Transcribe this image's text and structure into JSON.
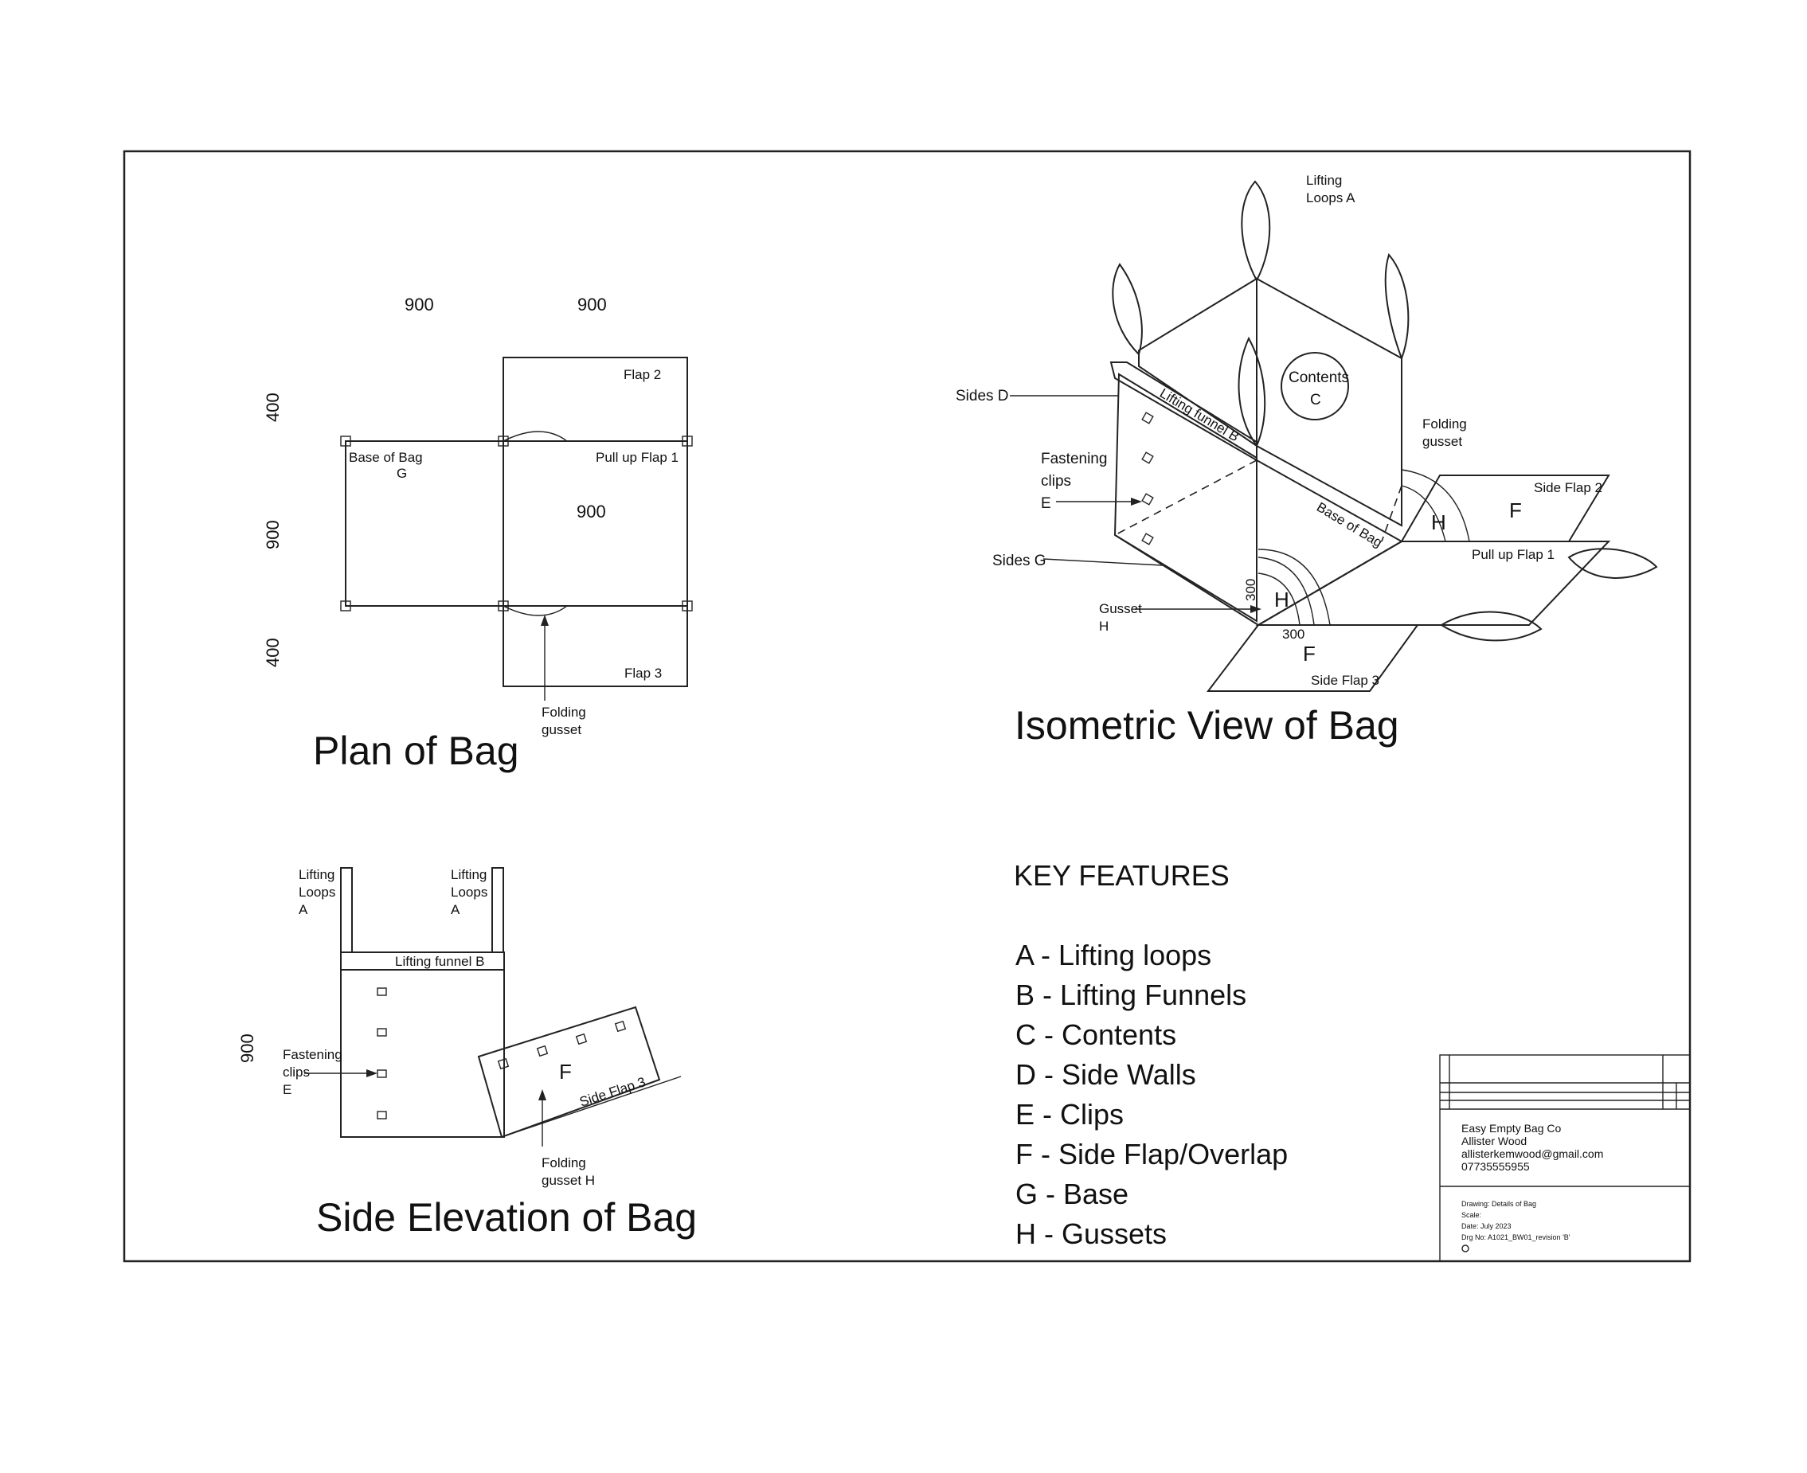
{
  "plan": {
    "title": "Plan of Bag",
    "dim_top_left": "900",
    "dim_top_right": "900",
    "dim_left_top": "400",
    "dim_left_mid": "900",
    "dim_left_bottom": "400",
    "flap2": "Flap 2",
    "base_label": "Base of Bag",
    "base_letter": "G",
    "pull_up_flap": "Pull up Flap 1",
    "center_dim": "900",
    "flap3": "Flap 3",
    "folding_gusset_line1": "Folding",
    "folding_gusset_line2": "gusset"
  },
  "isometric": {
    "title": "Isometric View of Bag",
    "lifting_loops_line1": "Lifting",
    "lifting_loops_line2": "Loops A",
    "sides_d": "Sides D",
    "fastening_line1": "Fastening",
    "fastening_line2": "clips",
    "fastening_line3": "E",
    "sides_g": "Sides G",
    "gusset_line1": "Gusset",
    "gusset_line2": "H",
    "contents_line1": "Contents",
    "contents_line2": "C",
    "folding_line1": "Folding",
    "folding_line2": "gusset",
    "lifting_funnel": "Lifting funnel B",
    "base_of_bag": "Base of Bag",
    "side_flap2": "Side Flap 2",
    "letter_f_right": "F",
    "letter_h_right": "H",
    "pull_up_flap": "Pull up Flap 1",
    "dim_300_v": "300",
    "dim_300_h": "300",
    "letter_h_front": "H",
    "letter_f_front": "F",
    "side_flap3": "Side Flap 3"
  },
  "elevation": {
    "title": "Side Elevation of Bag",
    "loop_left_line1": "Lifting",
    "loop_left_line2": "Loops",
    "loop_left_line3": "A",
    "loop_right_line1": "Lifting",
    "loop_right_line2": "Loops",
    "loop_right_line3": "A",
    "lifting_funnel": "Lifting funnel B",
    "dim_height": "900",
    "fastening_line1": "Fastening",
    "fastening_line2": "clips",
    "fastening_line3": "E",
    "letter_f": "F",
    "side_flap3": "Side Flap 3",
    "folding_line1": "Folding",
    "folding_line2": "gusset H"
  },
  "key_features": {
    "heading": "KEY FEATURES",
    "items": [
      "A - Lifting loops",
      "B - Lifting Funnels",
      "C - Contents",
      "D - Side Walls",
      "E - Clips",
      "F - Side Flap/Overlap",
      "G - Base",
      "H - Gussets"
    ]
  },
  "title_block": {
    "company": "Easy Empty Bag Co",
    "name": "Allister Wood",
    "email": "allisterkemwood@gmail.com",
    "phone": "07735555955",
    "drawing": "Drawing: Details of Bag",
    "scale": "Scale:  ",
    "date": "Date:   July 2023",
    "drg_no": "Drg No:  A1021_BW01_revision 'B'"
  }
}
